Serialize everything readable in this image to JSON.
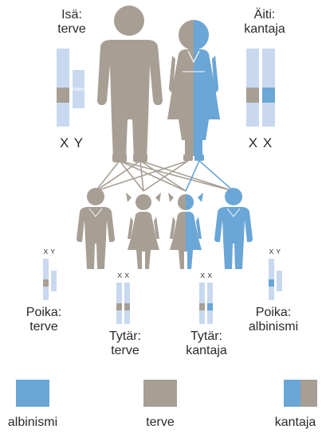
{
  "colors": {
    "terve": "#a79e94",
    "albinismi": "#6aa6d6",
    "light": "#c8d9ef"
  },
  "parents": {
    "father": {
      "label_line1": "Isä:",
      "label_line2": "terve",
      "chromosomes": "X Y",
      "status": "terve"
    },
    "mother": {
      "label_line1": "Äiti:",
      "label_line2": "kantaja",
      "chromosomes": "X X",
      "status": "kantaja"
    }
  },
  "children": [
    {
      "chromosomes": "X Y",
      "label_line1": "Poika:",
      "label_line2": "terve",
      "status": "terve"
    },
    {
      "chromosomes": "X X",
      "label_line1": "Tytär:",
      "label_line2": "terve",
      "status": "terve"
    },
    {
      "chromosomes": "X X",
      "label_line1": "Tytär:",
      "label_line2": "kantaja",
      "status": "kantaja"
    },
    {
      "chromosomes": "X Y",
      "label_line1": "Poika:",
      "label_line2": "albinismi",
      "status": "albinismi"
    }
  ],
  "legend": [
    {
      "label": "albinismi",
      "icon": "albinism-swatch"
    },
    {
      "label": "terve",
      "icon": "healthy-swatch"
    },
    {
      "label": "kantaja",
      "icon": "carrier-swatch"
    }
  ]
}
